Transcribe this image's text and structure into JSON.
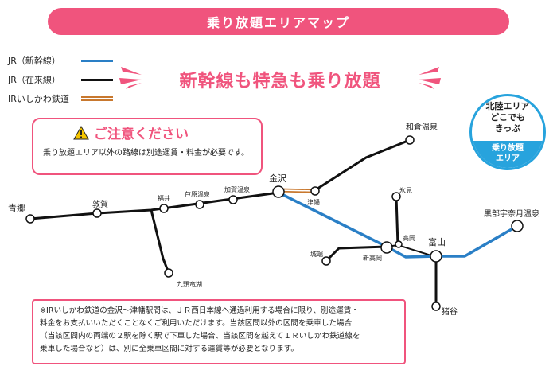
{
  "title": "乗り放題エリアマップ",
  "legend": [
    {
      "label": "JR（新幹線）",
      "color": "#2a7fc6"
    },
    {
      "label": "JR（在来線）",
      "color": "#111111"
    },
    {
      "label": "IRいしかわ鉄道",
      "color": "#c8782e"
    }
  ],
  "headline": "新幹線も特急も乗り放題",
  "badge": {
    "line1": "北陸エリア",
    "line2": "どこでも",
    "line3": "きっぷ",
    "line4": "乗り放題",
    "line5": "エリア"
  },
  "caution": {
    "title": "ご注意ください",
    "body": "乗り放題エリア以外の路線は別途運賃・料金が必要です。"
  },
  "stations": {
    "aonogo": "青郷",
    "tsuruga": "敦賀",
    "fukui": "福井",
    "awaraonsen": "芦原温泉",
    "kagaonsen": "加賀温泉",
    "kanazawa": "金沢",
    "tsubata": "津幡",
    "wakuraonsen": "和倉温泉",
    "himi": "氷見",
    "takaoka": "高岡",
    "shintakaoka": "新高岡",
    "johana": "城端",
    "toyama": "富山",
    "unazuki": "黒部宇奈月温泉",
    "inotani": "猪谷",
    "kuzuryu": "九頭竜湖"
  },
  "note": {
    "line1": "※IRいしかわ鉄道の金沢〜津幡駅間は、ＪＲ西日本線へ通過利用する場合に限り、別途運賃・",
    "line2": "料金をお支払いいただくことなくご利用いただけます。当該区間以外の区間を乗車した場合",
    "line3": "（当該区間内の両端の２駅を除く駅で下車した場合、当該区間を越えてＩＲいしかわ鉄道線を",
    "line4": "乗車した場合など）は、別に全乗車区間に対する運賃等が必要となります。"
  }
}
